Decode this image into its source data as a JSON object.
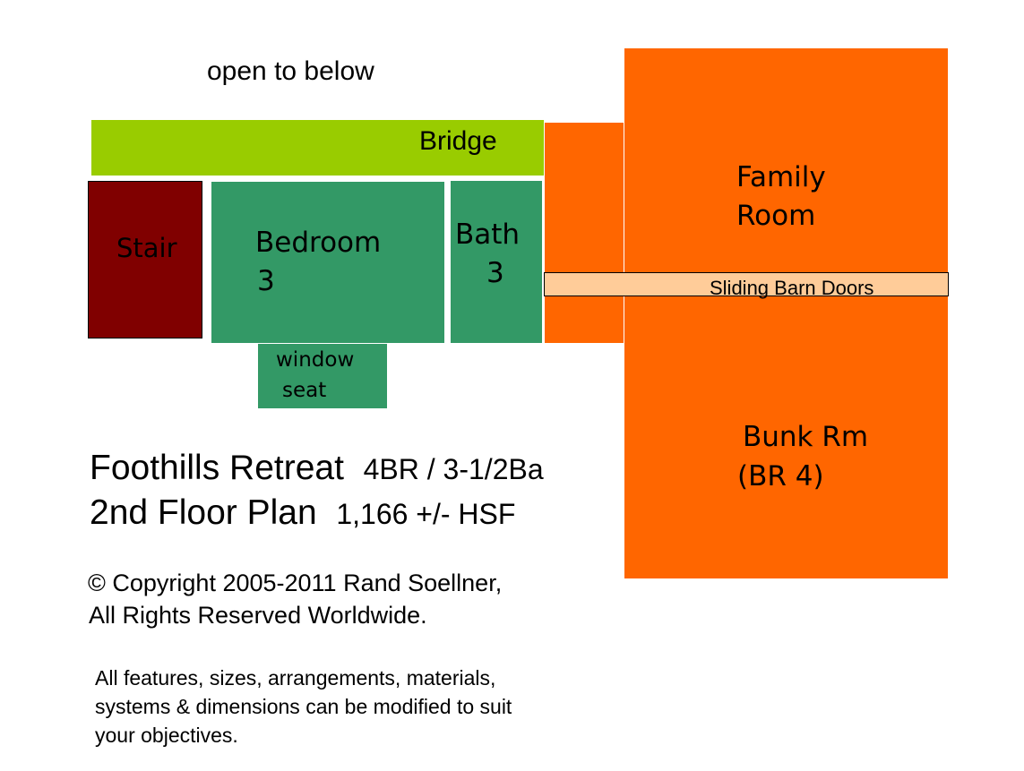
{
  "labels": {
    "open_to_below": "open to below",
    "bridge": "Bridge",
    "stair": "Stair",
    "bedroom_line1": "Bedroom",
    "bedroom_line2": "3",
    "bath_line1": "Bath",
    "bath_line2": "3",
    "family_line1": "Family",
    "family_line2": "Room",
    "barn_doors": "Sliding Barn Doors",
    "window_line1": "window",
    "window_line2": "seat",
    "bunk_line1": "Bunk Rm",
    "bunk_line2": "(BR 4)"
  },
  "title": {
    "name": "Foothills Retreat",
    "beds_baths": "4BR / 3-1/2Ba",
    "plan": "2nd Floor Plan",
    "area": "1,166 +/- HSF"
  },
  "copyright": {
    "line1": "© Copyright 2005-2011 Rand Soellner,",
    "line2": "All Rights Reserved Worldwide."
  },
  "disclaimer": {
    "line1": "All features, sizes, arrangements, materials,",
    "line2": "systems & dimensions can be modified to suit",
    "line3": "your objectives."
  },
  "colors": {
    "bridge": "#99cc00",
    "stair": "#800000",
    "bedroom": "#339966",
    "bath": "#339966",
    "window_seat": "#339966",
    "orange_rooms": "#ff6600",
    "barn_doors": "#ffcc99"
  }
}
